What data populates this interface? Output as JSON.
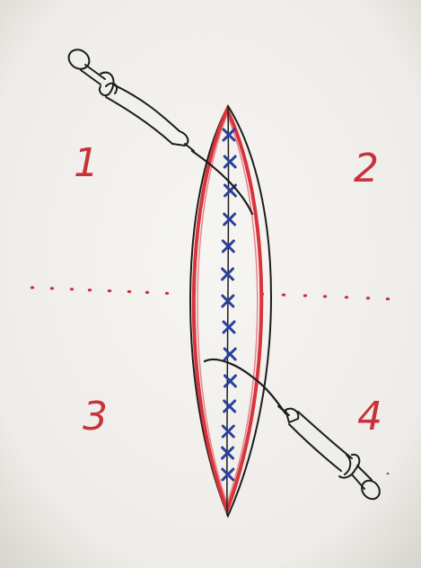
{
  "quadrants": [
    {
      "number": "1"
    },
    {
      "number": "2"
    },
    {
      "number": "3"
    },
    {
      "number": "4"
    }
  ],
  "colors": {
    "board": "#f2f1ee",
    "ink_black": "#1c1c1c",
    "ink_red": "#d8343c",
    "ink_blue": "#2a3f9a",
    "ink_red_dots": "#c8323a"
  },
  "icons": {
    "syringe_top": "syringe-icon",
    "syringe_bottom": "syringe-icon",
    "suture_x": "cross-stitch-icon"
  }
}
